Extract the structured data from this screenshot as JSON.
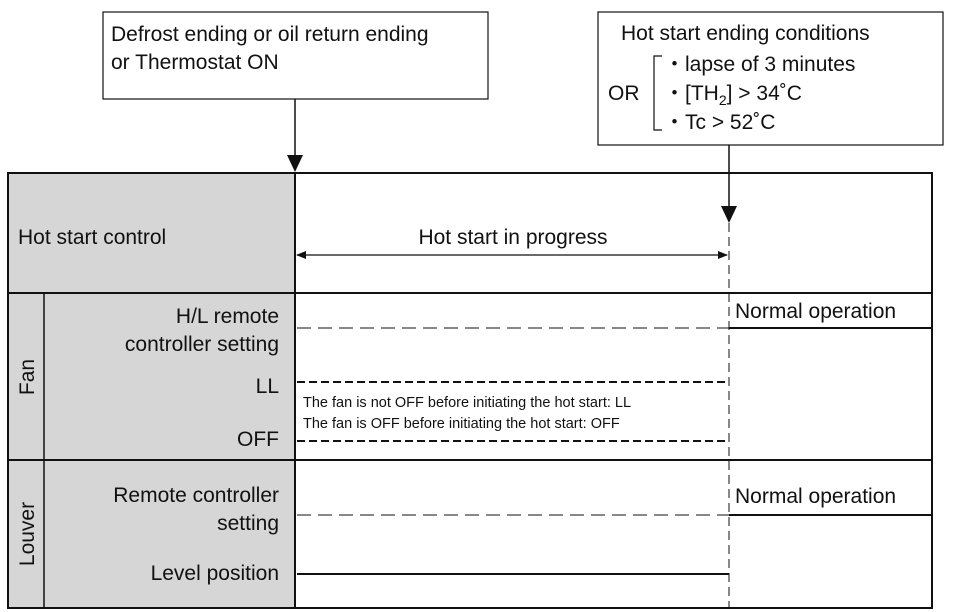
{
  "trigger_box": {
    "line1": "Defrost ending or oil return ending",
    "line2": "or Thermostat ON"
  },
  "conditions_box": {
    "title": "Hot start ending conditions",
    "or_label": "OR",
    "bullet": "・",
    "cond1": "lapse of 3 minutes",
    "cond2_pre": "[TH",
    "cond2_sub": "2",
    "cond2_post": "] > 34˚C",
    "cond3": "Tc > 52˚C"
  },
  "rows": {
    "hot_start_control": "Hot start control",
    "in_progress": "Hot start in progress",
    "fan_group": "Fan",
    "fan_hl_line1": "H/L remote",
    "fan_hl_line2": "controller setting",
    "fan_ll": "LL",
    "fan_off": "OFF",
    "fan_note1": "The fan is not OFF before initiating the hot start: LL",
    "fan_note2": "The fan is OFF before initiating the hot start: OFF",
    "fan_normal": "Normal operation",
    "louver_group": "Louver",
    "louver_remote_line1": "Remote controller",
    "louver_remote_line2": "setting",
    "louver_level": "Level position",
    "louver_normal": "Normal operation"
  },
  "colors": {
    "label_fill": "#d6d6d6",
    "line": "#111111"
  }
}
